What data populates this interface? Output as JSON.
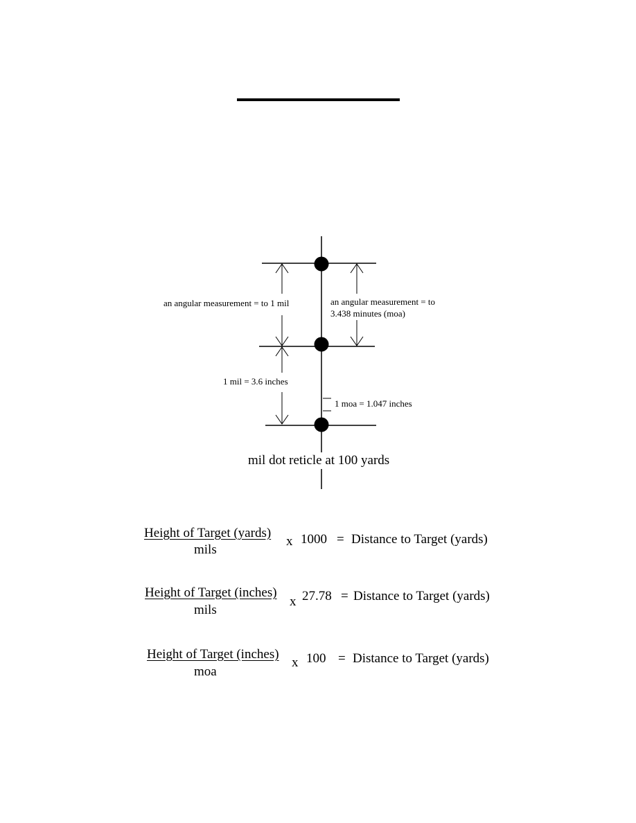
{
  "diagram": {
    "label_mil_angle": "an angular measurement = to 1 mil",
    "label_moa_angle_line1": "an angular measurement = to",
    "label_moa_angle_line2": "3.438 minutes (moa)",
    "label_mil_inches": "1 mil = 3.6 inches",
    "label_moa_inches": "1 moa = 1.047 inches",
    "caption": "mil dot reticle at 100 yards"
  },
  "formulas": [
    {
      "numerator": "Height of Target (yards)",
      "denominator": "mils",
      "multiplier": "x",
      "factor": "1000",
      "equals": "=",
      "result": "Distance to Target (yards)"
    },
    {
      "numerator": "Height of Target (inches)",
      "denominator": "mils",
      "multiplier": "x",
      "factor": "27.78",
      "equals": "=",
      "result": "Distance to Target (yards)"
    },
    {
      "numerator": "Height of Target (inches)",
      "denominator": "moa",
      "multiplier": "x",
      "factor": "100",
      "equals": "=",
      "result": "Distance to Target (yards)"
    }
  ]
}
